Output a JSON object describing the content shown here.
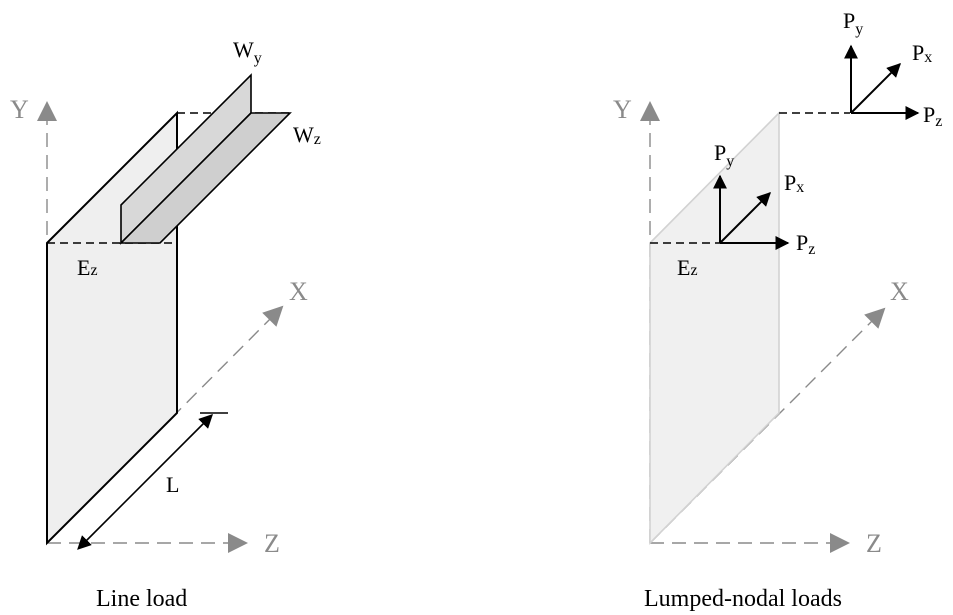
{
  "left": {
    "axes": {
      "y": "Y",
      "x": "X",
      "z": "Z"
    },
    "wy": {
      "main": "W",
      "sub": "y"
    },
    "wz": {
      "main": "W",
      "sub": "z"
    },
    "ez": {
      "main": "E",
      "sub": "z"
    },
    "length": "L",
    "caption": "Line load"
  },
  "right": {
    "axes": {
      "y": "Y",
      "x": "X",
      "z": "Z"
    },
    "top_py": {
      "main": "P",
      "sub": "y"
    },
    "top_px": {
      "main": "P",
      "sub": "x"
    },
    "top_pz": {
      "main": "P",
      "sub": "z"
    },
    "mid_py": {
      "main": "P",
      "sub": "y"
    },
    "mid_px": {
      "main": "P",
      "sub": "x"
    },
    "mid_pz": {
      "main": "P",
      "sub": "z"
    },
    "ez": {
      "main": "E",
      "sub": "z"
    },
    "caption": "Lumped-nodal loads"
  }
}
